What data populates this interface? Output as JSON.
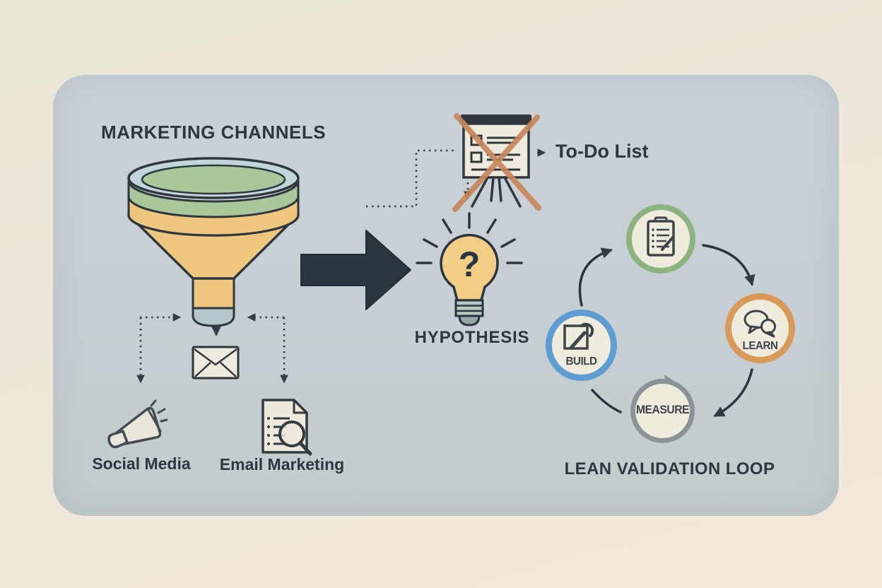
{
  "page": {
    "type": "marketing-vs-lean-validation-diagram",
    "background_color": "#ece7d9",
    "card_color": "#c7d0d4"
  },
  "colors": {
    "ink": "#2e373e",
    "funnel_rim_blue": "#c3d5db",
    "funnel_band_green": "#aac79c",
    "funnel_body_orange": "#eec67f",
    "spout_tip_blue": "#b5c5cc",
    "big_arrow_dark": "#2b3640",
    "x_mark_orange": "#c8875c",
    "bulb_fill": "#f1cd86",
    "bulb_base_gray_green": "#b9c8c0",
    "ring_build_blue": "#5e9cd1",
    "ring_learn_orange": "#d9995b",
    "ring_measure_gray": "#8b9298",
    "ring_checklist_green": "#8cb380",
    "circle_fill": "#efecdd",
    "paper_fill": "#efeade"
  },
  "marketing": {
    "title": "MARKETING CHANNELS",
    "funnel_icon": "funnel-icon",
    "outbox_icon": "envelope-icon",
    "channels": [
      {
        "label": "Social Media",
        "icon": "megaphone-icon"
      },
      {
        "label": "Email Marketing",
        "icon": "document-search-icon"
      }
    ]
  },
  "ideas": {
    "todo_label": "To-Do List",
    "todo_icon": "crossed-presentation-board-icon",
    "todo_crossed_out": true,
    "hypothesis_label": "HYPOTHESIS",
    "hypothesis_icon": "lightbulb-question-icon",
    "question_mark": "?"
  },
  "loop": {
    "title": "LEAN VALIDATION LOOP",
    "steps": [
      {
        "id": "plan",
        "label": "",
        "icon": "checklist-icon",
        "ring_color": "#8cb380",
        "position": "top"
      },
      {
        "id": "learn",
        "label": "LEARN",
        "icon": "speech-bubbles-icon",
        "ring_color": "#d9995b",
        "position": "right"
      },
      {
        "id": "measure",
        "label": "MEASURE",
        "icon": "circular-arrow-ring-icon",
        "ring_color": "#8b9298",
        "position": "bottom"
      },
      {
        "id": "build",
        "label": "BUILD",
        "icon": "wrench-icon",
        "ring_color": "#5e9cd1",
        "position": "left"
      }
    ]
  }
}
